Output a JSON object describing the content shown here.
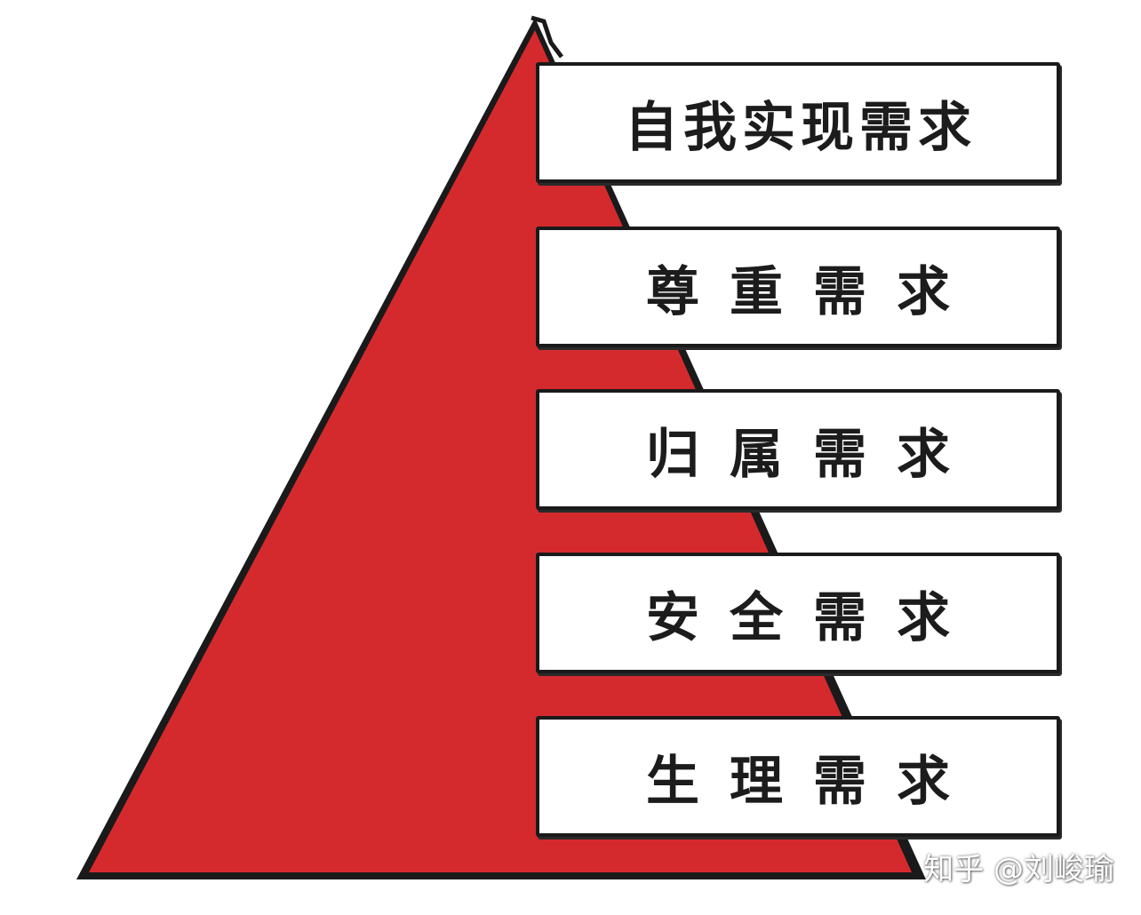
{
  "colors": {
    "pyramid_fill": "#d42a2e",
    "outline": "#1a1a1a",
    "box_fill": "#ffffff"
  },
  "levels": [
    {
      "label": "自我实现需求"
    },
    {
      "label": "尊重需求"
    },
    {
      "label": "归属需求"
    },
    {
      "label": "安全需求"
    },
    {
      "label": "生理需求"
    }
  ],
  "watermark": "知乎 @刘峻瑜"
}
